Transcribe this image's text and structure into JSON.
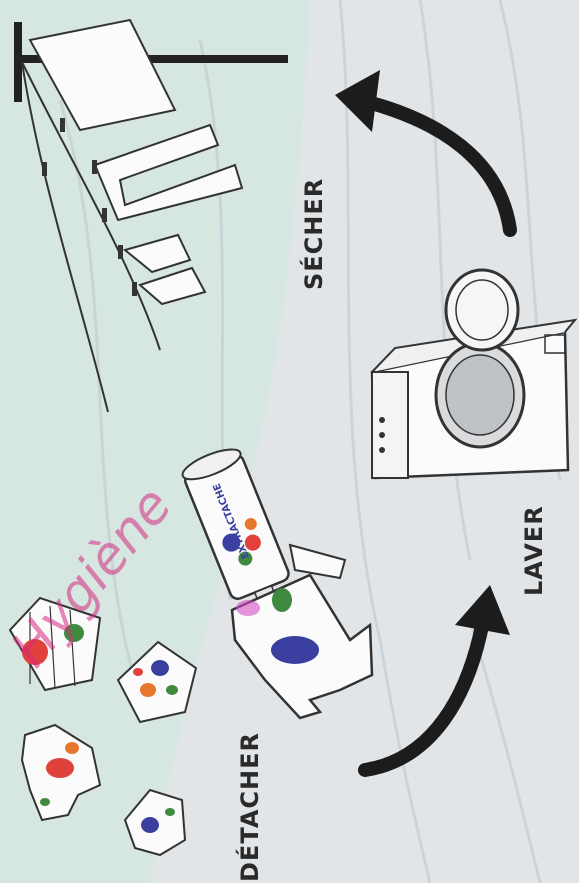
{
  "steps": {
    "dry": "SÉCHER",
    "wash": "LAVER",
    "stain_removal": "DÉTACHER"
  },
  "product": {
    "brand": "EXTRACTACHE"
  },
  "watermark": "Hygiène",
  "colors": {
    "background": "#dfe3e6",
    "cloth_green": "#cfe2dc",
    "label": "#2a2a2a",
    "arrow": "#1c1c1c",
    "watermark": "#d62882",
    "stain_red": "#e0413a",
    "stain_green": "#3f8a3e",
    "stain_blue": "#3a3fa0",
    "stain_orange": "#e8772e"
  },
  "icons": [
    "clothesline-icon",
    "washing-machine-icon",
    "stain-remover-spray-icon",
    "arrow-icon"
  ]
}
